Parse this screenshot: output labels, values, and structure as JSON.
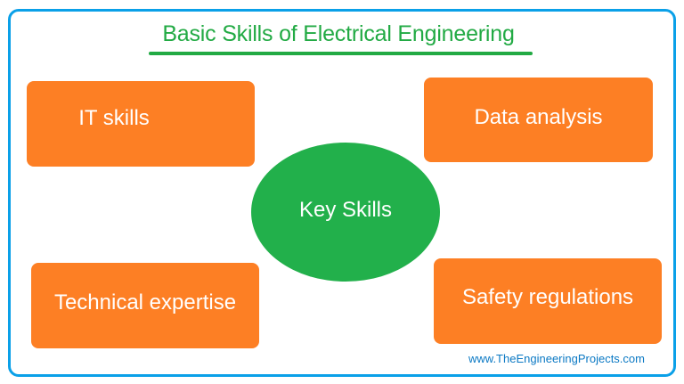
{
  "title": "Basic Skills of Electrical Engineering",
  "center": {
    "label": "Key Skills"
  },
  "skills": [
    {
      "label": "IT skills"
    },
    {
      "label": "Data analysis"
    },
    {
      "label": "Technical expertise"
    },
    {
      "label": "Safety regulations"
    }
  ],
  "footer": {
    "website": "www.TheEngineeringProjects.com"
  },
  "colors": {
    "frame": "#0aa0e8",
    "title": "#22aa44",
    "box": "#fd7f24",
    "ellipse": "#22b04b",
    "footer": "#0b79c4"
  }
}
